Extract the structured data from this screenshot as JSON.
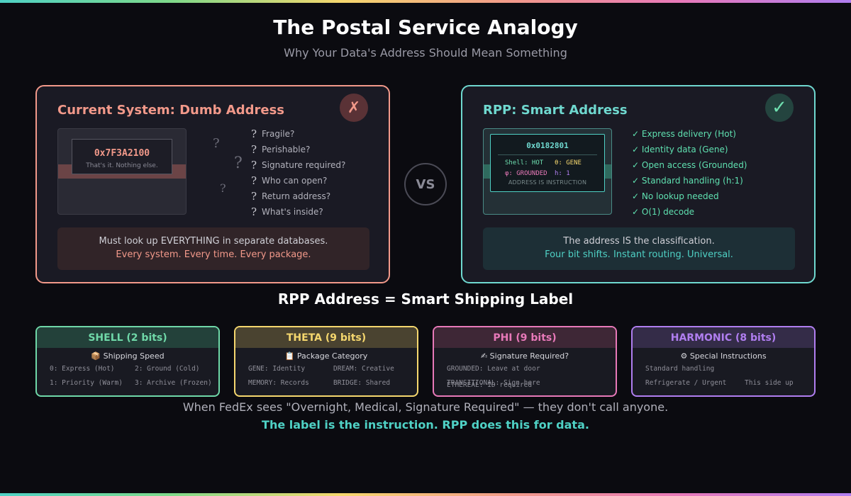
{
  "title": "The Postal Service Analogy",
  "subtitle": "Why Your Data's Address Should Mean Something",
  "left_panel": {
    "title": "Current System: Dumb Address",
    "badge": "✗",
    "address": "0x7F3A2100",
    "address_note": "That's it. Nothing else.",
    "questions": [
      "Fragile?",
      "Perishable?",
      "Signature required?",
      "Who can open?",
      "Return address?",
      "What's inside?"
    ],
    "question_glyph": "?",
    "footer_line1": "Must look up EVERYTHING in separate databases.",
    "footer_line2": "Every system. Every time. Every package."
  },
  "vs_label": "VS",
  "right_panel": {
    "title": "RPP: Smart Address",
    "badge": "✓",
    "address": "0x0182801",
    "fields": {
      "shell": "Shell: HOT",
      "theta": "θ: GENE",
      "phi": "φ: GROUNDED",
      "harmonic": "h: 1"
    },
    "address_note": "ADDRESS IS INSTRUCTION",
    "checks": [
      "✓ Express delivery (Hot)",
      "✓ Identity data (Gene)",
      "✓ Open access (Grounded)",
      "✓ Standard handling (h:1)",
      "✓ No lookup needed",
      "✓ O(1) decode"
    ],
    "footer_line1": "The address IS the classification.",
    "footer_line2": "Four bit shifts. Instant routing. Universal."
  },
  "section_title": "RPP Address = Smart Shipping Label",
  "cards": {
    "shell": {
      "title": "SHELL (2 bits)",
      "icon": "📦",
      "subtitle": "Shipping Speed",
      "items": [
        "0: Express (Hot)",
        "2: Ground (Cold)",
        "1: Priority (Warm)",
        "3: Archive (Frozen)"
      ]
    },
    "theta": {
      "title": "THETA (9 bits)",
      "icon": "📋",
      "subtitle": "Package Category",
      "items": [
        "GENE: Identity",
        "DREAM: Creative",
        "MEMORY: Records",
        "BRIDGE: Shared"
      ]
    },
    "phi": {
      "title": "PHI (9 bits)",
      "icon": "✍",
      "subtitle": "Signature Required?",
      "items": [
        "GROUNDED: Leave at door",
        "TRANSITIONAL: Sign here",
        "ETHEREAL: ID required"
      ]
    },
    "harmonic": {
      "title": "HARMONIC (8 bits)",
      "icon": "⚙",
      "subtitle": "Special Instructions",
      "items": [
        "Standard handling",
        "Refrigerate / Urgent",
        "This side up"
      ]
    }
  },
  "bottom_line1": "When FedEx sees \"Overnight, Medical, Signature Required\" — they don't call anyone.",
  "bottom_line2": "The label is the instruction. RPP does this for data.",
  "colors": {
    "background": "#0b0b10",
    "dumb_accent": "#f2998a",
    "smart_accent": "#6fd8cf",
    "shell": "#6fd8a8",
    "theta": "#f5d76e",
    "phi": "#e879b9",
    "harmonic": "#b07ef0"
  }
}
